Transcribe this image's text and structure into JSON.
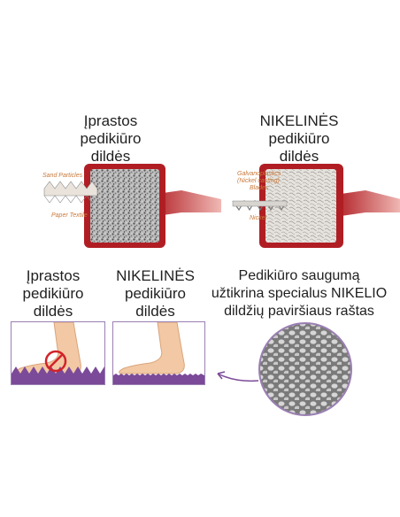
{
  "top_left": {
    "caption_line1": "Įprastos",
    "caption_line2": "pedikiūro",
    "caption_line3": "dildės",
    "label_sand": "Sand Particles",
    "label_paper": "Paper Textile"
  },
  "top_right": {
    "caption_line1": "NIKELINĖS",
    "caption_line2": "pedikiūro",
    "caption_line3": "dildės",
    "label_galvano_line1": "Galvanoplastics",
    "label_galvano_line2": "(Nickel casting)",
    "label_galvano_line3": "Blades",
    "label_nickel": "Nickel"
  },
  "bottom_left": {
    "caption_line1": "Įprastos",
    "caption_line2": "pedikiūro",
    "caption_line3": "dildės"
  },
  "bottom_middle": {
    "caption_line1": "NIKELINĖS",
    "caption_line2": "pedikiūro",
    "caption_line3": "dildės"
  },
  "bottom_right": {
    "caption_line1": "Pedikiūro saugumą",
    "caption_line2": "užtikrina specialus NIKELIO",
    "caption_line3": "dildžių paviršiaus raštas"
  },
  "colors": {
    "file_red": "#b01e24",
    "purple": "#7b4a98",
    "sand_orange": "#c9793a"
  }
}
